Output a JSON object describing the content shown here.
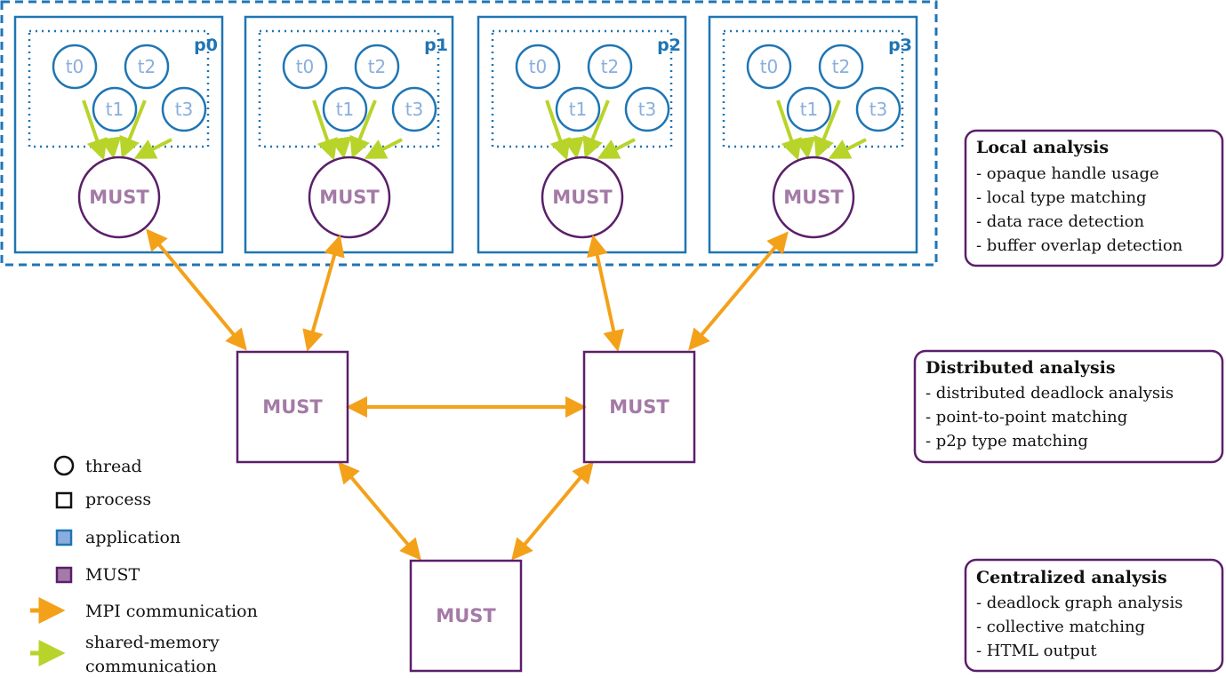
{
  "processes": [
    {
      "label": "p0",
      "threads": [
        "t0",
        "t2",
        "t1",
        "t3"
      ],
      "tool": "MUST"
    },
    {
      "label": "p1",
      "threads": [
        "t0",
        "t2",
        "t1",
        "t3"
      ],
      "tool": "MUST"
    },
    {
      "label": "p2",
      "threads": [
        "t0",
        "t2",
        "t1",
        "t3"
      ],
      "tool": "MUST"
    },
    {
      "label": "p3",
      "threads": [
        "t0",
        "t2",
        "t1",
        "t3"
      ],
      "tool": "MUST"
    }
  ],
  "tree_nodes": {
    "left": "MUST",
    "right": "MUST",
    "root": "MUST"
  },
  "analysis_boxes": [
    {
      "title": "Local analysis",
      "items": [
        "- opaque handle usage",
        "- local type matching",
        "- data race detection",
        "- buffer overlap detection"
      ]
    },
    {
      "title": "Distributed analysis",
      "items": [
        "- distributed deadlock analysis",
        "- point-to-point matching",
        "- p2p type matching"
      ]
    },
    {
      "title": "Centralized analysis",
      "items": [
        "- deadlock graph analysis",
        "- collective matching",
        "- HTML output"
      ]
    }
  ],
  "legend": {
    "thread": "thread",
    "process": "process",
    "application": "application",
    "must": "MUST",
    "mpi_line1": "MPI communication",
    "shm_line1": "shared-memory",
    "shm_line2": "communication"
  },
  "colors": {
    "application": "#1f75b4",
    "must": "#5a1f6a",
    "must_text": "#a47aa6",
    "thread_text": "#8aaedc",
    "mpi_arrow": "#f4a11a",
    "shm_arrow": "#b8d42a"
  }
}
